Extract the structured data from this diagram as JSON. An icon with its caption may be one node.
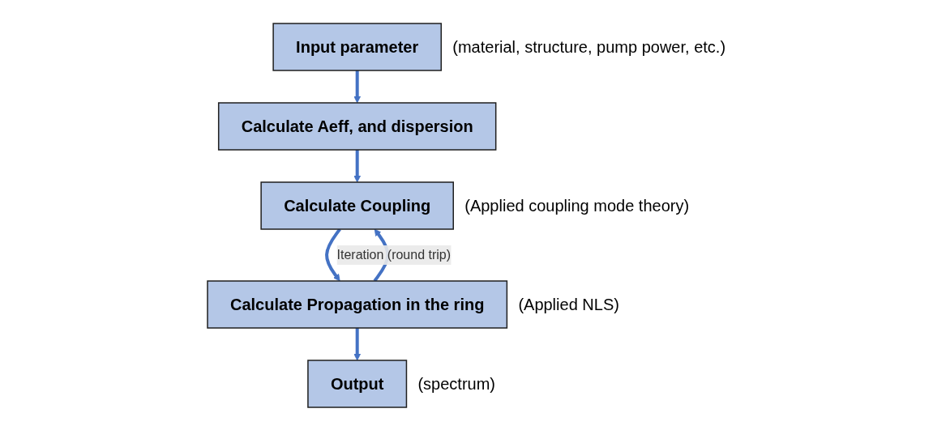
{
  "diagram": {
    "nodes": [
      {
        "text": [
          "Input parameter"
        ],
        "beside": [
          "(material, structure, pump power, etc.)"
        ]
      },
      {
        "text": [
          "Calculate Aeff, and dispersion"
        ]
      },
      {
        "text": [
          "Calculate Coupling"
        ],
        "beside": [
          "(Applied coupling mode theory)"
        ]
      },
      {
        "text": [
          "Calculate Propagation in the ring"
        ],
        "beside": [
          "(Applied NLS)"
        ]
      },
      {
        "text": [
          "Output"
        ],
        "beside": [
          "(spectrum)"
        ]
      }
    ],
    "edges": [
      {
        "from": 0,
        "to": 1,
        "arrow": "to"
      },
      {
        "from": 1,
        "to": 2,
        "arrow": "to"
      },
      {
        "from": 2,
        "to": 3,
        "arrow": "to"
      },
      {
        "from": 3,
        "to": 4,
        "arrow": "to"
      },
      {
        "from": 3,
        "to": 2,
        "arrow": "to",
        "label": "Iteration (round trip)"
      }
    ]
  }
}
